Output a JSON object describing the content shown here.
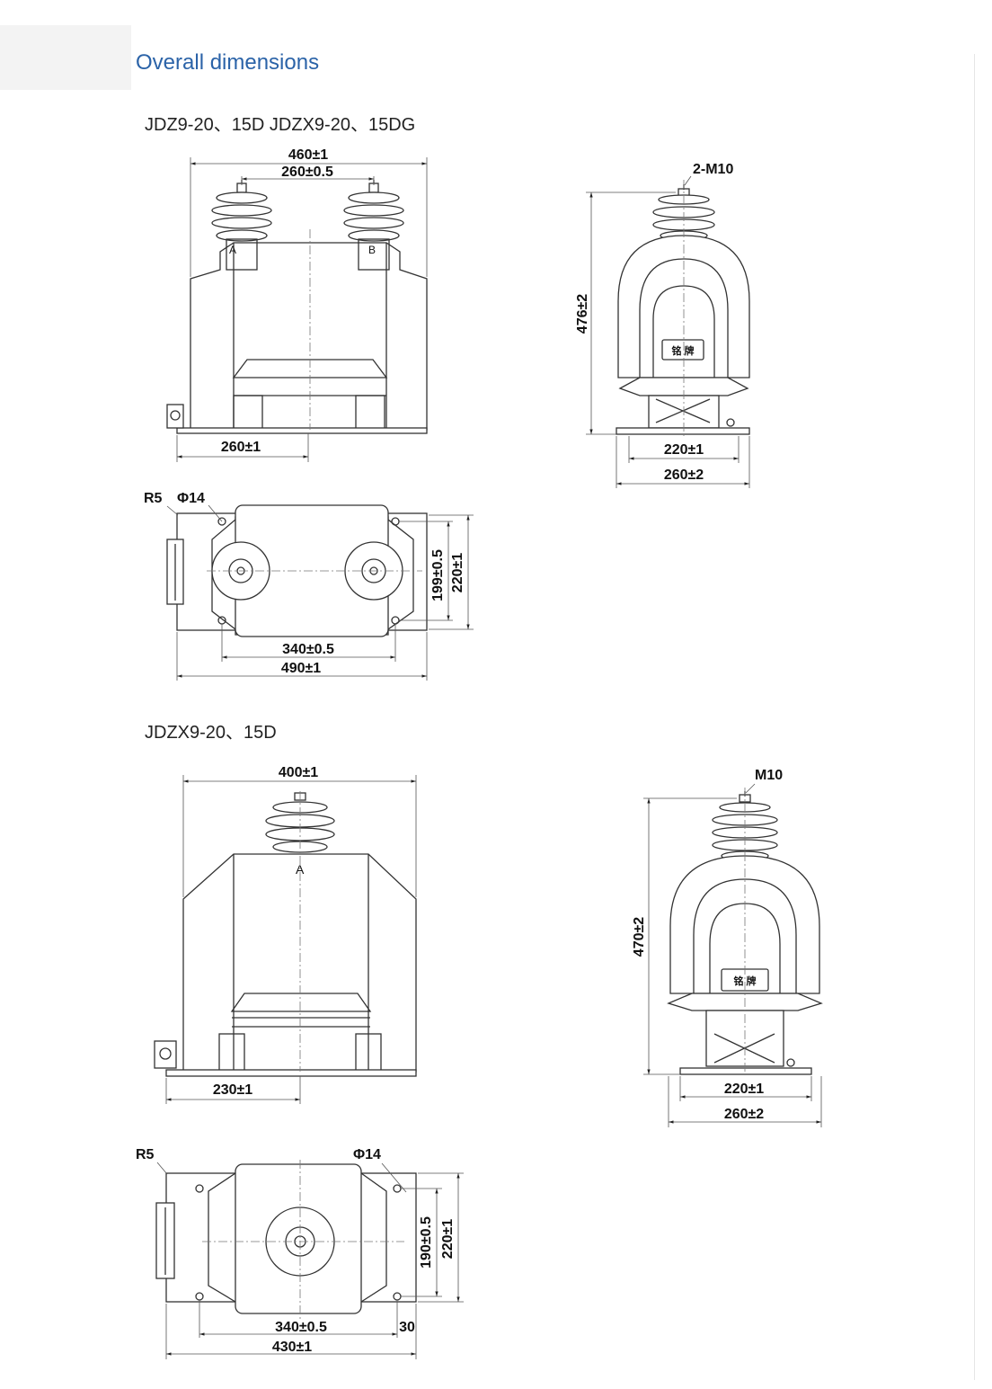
{
  "page": {
    "heading": "Overall dimensions",
    "section1_model": "JDZ9-20、15D   JDZX9-20、15DG",
    "section2_model": "JDZX9-20、15D",
    "accent_color": "#2b63a8"
  },
  "dims1": {
    "front_width_overall": "460±1",
    "front_terminal_spacing": "260±0.5",
    "front_base": "260±1",
    "side_thread": "2-M10",
    "side_height": "476±2",
    "side_inner": "220±1",
    "side_outer": "260±2",
    "plan_corner": "R5",
    "plan_hole": "Φ14",
    "plan_hole_spacing": "340±0.5",
    "plan_length": "490±1",
    "plan_depth_holes": "199±0.5",
    "plan_depth": "220±1",
    "terminal_a": "A",
    "terminal_b": "B",
    "plate_text": "铭 牌"
  },
  "dims2": {
    "front_width_overall": "400±1",
    "front_base": "230±1",
    "terminal_a": "A",
    "side_thread": "M10",
    "side_height": "470±2",
    "side_inner": "220±1",
    "side_outer": "260±2",
    "plan_corner": "R5",
    "plan_hole": "Φ14",
    "plan_hole_spacing": "340±0.5",
    "plan_edge": "30",
    "plan_length": "430±1",
    "plan_depth_holes": "190±0.5",
    "plan_depth": "220±1",
    "plate_text": "铭 牌"
  }
}
